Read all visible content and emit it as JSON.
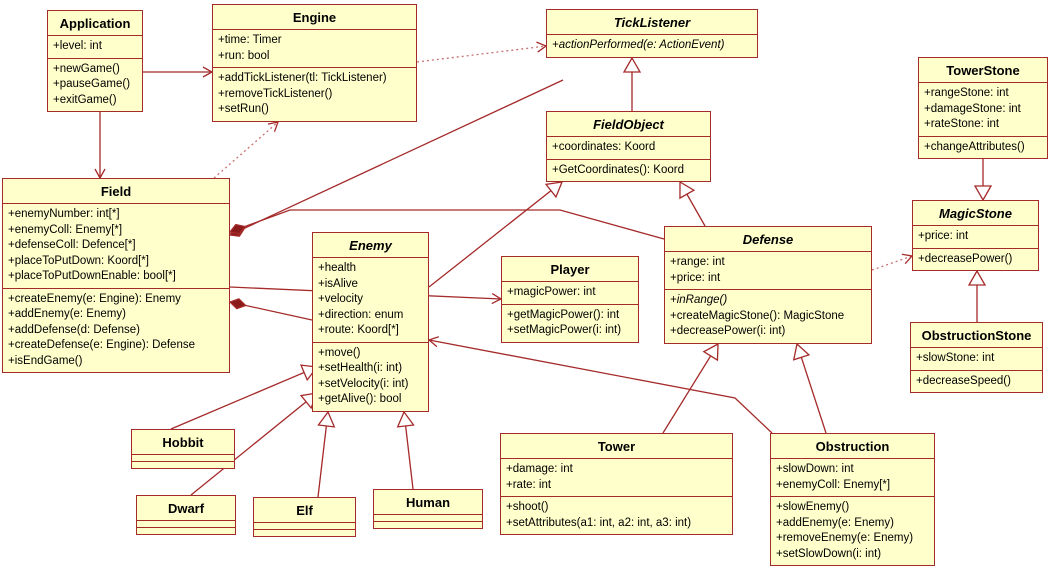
{
  "classes": [
    {
      "id": "application",
      "name": "Application",
      "abstract": false,
      "attributes": [
        "+level: int"
      ],
      "operations": [
        "+newGame()",
        "+pauseGame()",
        "+exitGame()"
      ]
    },
    {
      "id": "engine",
      "name": "Engine",
      "abstract": false,
      "attributes": [
        "+time: Timer",
        "+run: bool"
      ],
      "operations": [
        "+addTickListener(tl: TickListener)",
        "+removeTickListener()",
        "+setRun()"
      ]
    },
    {
      "id": "ticklistener",
      "name": "TickListener",
      "abstract": true,
      "attributes": [],
      "operations": [
        "+actionPerformed(e: ActionEvent)"
      ]
    },
    {
      "id": "fieldobject",
      "name": "FieldObject",
      "abstract": true,
      "attributes": [
        "+coordinates: Koord"
      ],
      "operations": [
        "+GetCoordinates(): Koord"
      ]
    },
    {
      "id": "towerstone",
      "name": "TowerStone",
      "abstract": false,
      "attributes": [
        "+rangeStone: int",
        "+damageStone: int",
        "+rateStone: int"
      ],
      "operations": [
        "+changeAttributes()"
      ]
    },
    {
      "id": "field",
      "name": "Field",
      "abstract": false,
      "attributes": [
        "+enemyNumber: int[*]",
        "+enemyColl: Enemy[*]",
        "+defenseColl: Defence[*]",
        "+placeToPutDown: Koord[*]",
        "+placeToPutDownEnable: bool[*]"
      ],
      "operations": [
        "+createEnemy(e: Engine): Enemy",
        "+addEnemy(e: Enemy)",
        "+addDefense(d: Defense)",
        "+createDefense(e: Engine): Defense",
        "+isEndGame()"
      ]
    },
    {
      "id": "enemy",
      "name": "Enemy",
      "abstract": true,
      "attributes": [
        "+health",
        "+isAlive",
        "+velocity",
        "+direction: enum",
        "+route: Koord[*]"
      ],
      "operations": [
        "+move()",
        "+setHealth(i: int)",
        "+setVelocity(i: int)",
        "+getAlive(): bool"
      ]
    },
    {
      "id": "player",
      "name": "Player",
      "abstract": false,
      "attributes": [
        "+magicPower: int"
      ],
      "operations": [
        "+getMagicPower(): int",
        "+setMagicPower(i: int)"
      ]
    },
    {
      "id": "defense",
      "name": "Defense",
      "abstract": true,
      "attributes": [
        "+range: int",
        "+price: int"
      ],
      "operations": [
        "+inRange()",
        "+createMagicStone(): MagicStone",
        "+decreasePower(i: int)"
      ],
      "italic_ops": [
        0
      ]
    },
    {
      "id": "magicstone",
      "name": "MagicStone",
      "abstract": true,
      "attributes": [
        "+price: int"
      ],
      "operations": [
        "+decreasePower()"
      ]
    },
    {
      "id": "obstructionstone",
      "name": "ObstructionStone",
      "abstract": false,
      "attributes": [
        "+slowStone: int"
      ],
      "operations": [
        "+decreaseSpeed()"
      ]
    },
    {
      "id": "hobbit",
      "name": "Hobbit",
      "abstract": false,
      "attributes": [],
      "operations": []
    },
    {
      "id": "dwarf",
      "name": "Dwarf",
      "abstract": false,
      "attributes": [],
      "operations": []
    },
    {
      "id": "elf",
      "name": "Elf",
      "abstract": false,
      "attributes": [],
      "operations": []
    },
    {
      "id": "human",
      "name": "Human",
      "abstract": false,
      "attributes": [],
      "operations": []
    },
    {
      "id": "tower",
      "name": "Tower",
      "abstract": false,
      "attributes": [
        "+damage: int",
        "+rate: int"
      ],
      "operations": [
        "+shoot()",
        "+setAttributes(a1: int, a2: int, a3: int)"
      ]
    },
    {
      "id": "obstruction",
      "name": "Obstruction",
      "abstract": false,
      "attributes": [
        "+slowDown: int",
        "+enemyColl: Enemy[*]"
      ],
      "operations": [
        "+slowEnemy()",
        "+addEnemy(e: Enemy)",
        "+removeEnemy(e: Enemy)",
        "+setSlowDown(i: int)"
      ]
    }
  ],
  "relations": [
    {
      "from": "application",
      "to": "engine",
      "kind": "association"
    },
    {
      "from": "application",
      "to": "field",
      "kind": "association"
    },
    {
      "from": "engine",
      "to": "ticklistener",
      "kind": "dependency"
    },
    {
      "from": "field",
      "to": "engine",
      "kind": "dependency"
    },
    {
      "from": "fieldobject",
      "to": "ticklistener",
      "kind": "generalization"
    },
    {
      "from": "field",
      "to": "ticklistener",
      "kind": "composition"
    },
    {
      "from": "field",
      "to": "defense",
      "kind": "composition"
    },
    {
      "from": "field",
      "to": "enemy",
      "kind": "composition"
    },
    {
      "from": "field",
      "to": "player",
      "kind": "association"
    },
    {
      "from": "enemy",
      "to": "fieldobject",
      "kind": "generalization"
    },
    {
      "from": "defense",
      "to": "fieldobject",
      "kind": "generalization"
    },
    {
      "from": "defense",
      "to": "magicstone",
      "kind": "dependency"
    },
    {
      "from": "towerstone",
      "to": "magicstone",
      "kind": "generalization"
    },
    {
      "from": "obstructionstone",
      "to": "magicstone",
      "kind": "generalization"
    },
    {
      "from": "hobbit",
      "to": "enemy",
      "kind": "generalization"
    },
    {
      "from": "dwarf",
      "to": "enemy",
      "kind": "generalization"
    },
    {
      "from": "elf",
      "to": "enemy",
      "kind": "generalization"
    },
    {
      "from": "human",
      "to": "enemy",
      "kind": "generalization"
    },
    {
      "from": "tower",
      "to": "defense",
      "kind": "generalization"
    },
    {
      "from": "obstruction",
      "to": "defense",
      "kind": "generalization"
    },
    {
      "from": "obstruction",
      "to": "enemy",
      "kind": "association"
    }
  ],
  "colors": {
    "fill": "#ffffcc",
    "border": "#a52a2a",
    "line": "#a52a2a",
    "dep": "#c87070"
  }
}
